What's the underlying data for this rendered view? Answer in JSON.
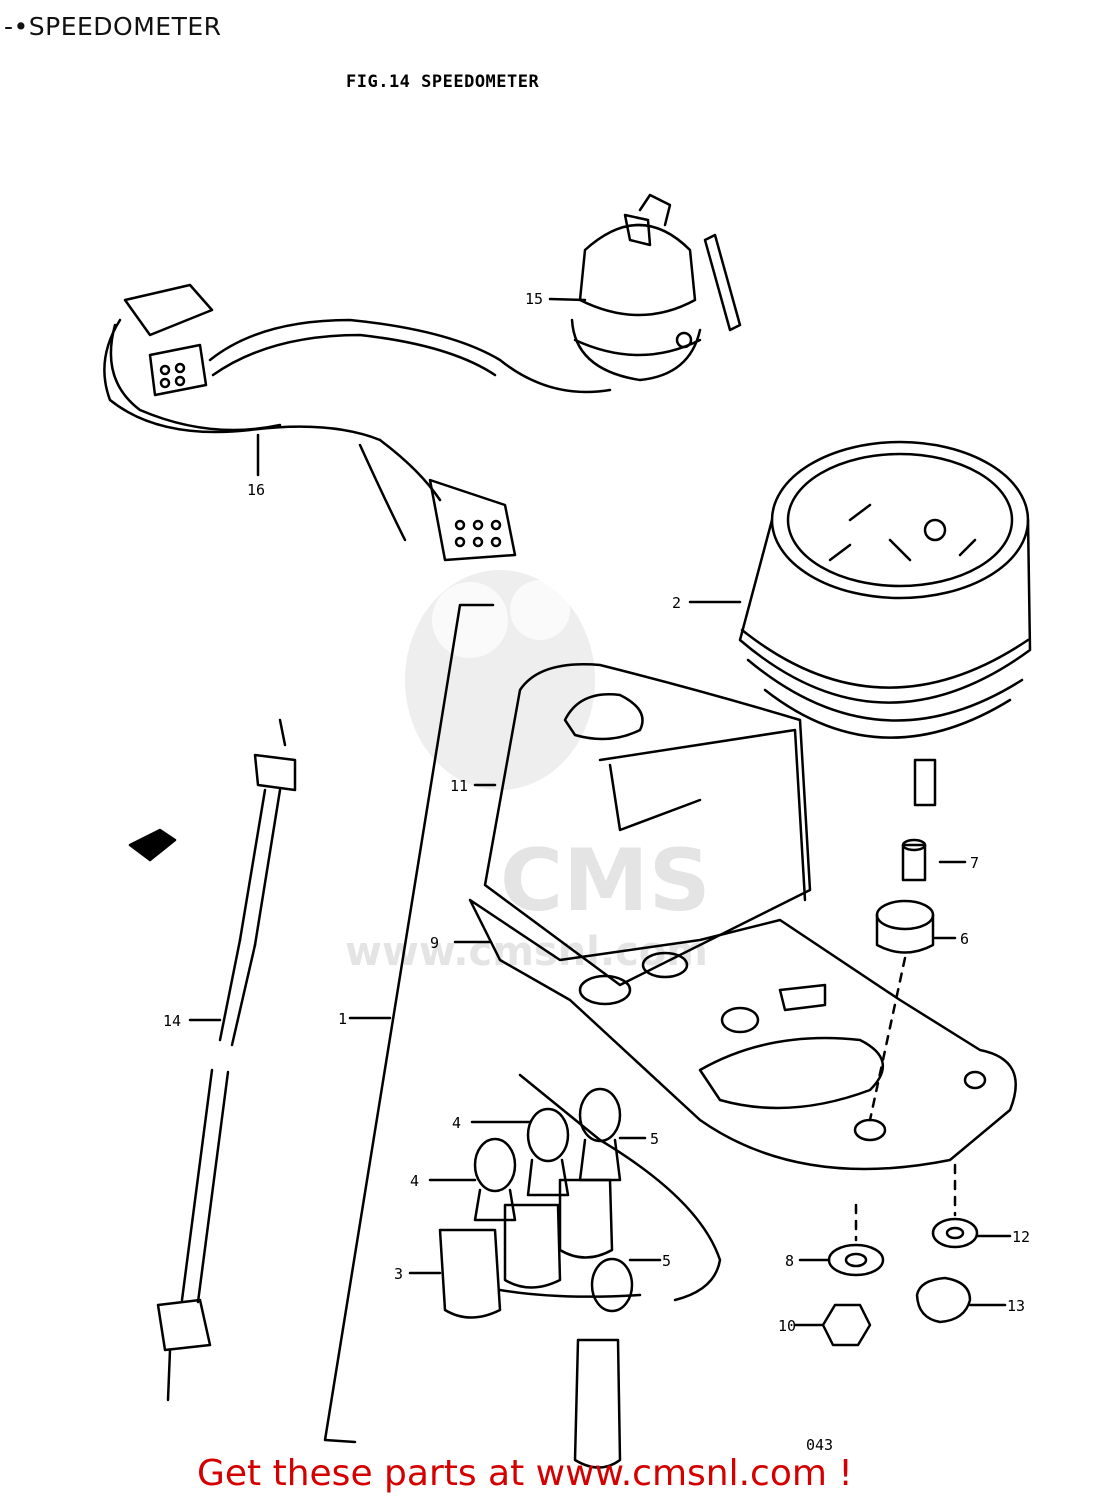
{
  "header": {
    "title": "-•SPEEDOMETER"
  },
  "figure": {
    "title": "FIG.14  SPEEDOMETER",
    "page_number": "043",
    "callouts": [
      "1",
      "2",
      "3",
      "4",
      "4",
      "5",
      "5",
      "6",
      "7",
      "8",
      "9",
      "10",
      "11",
      "12",
      "13",
      "14",
      "15",
      "16"
    ]
  },
  "watermark": {
    "logo_text": "CMS",
    "url_text": "www.cmsnl.com"
  },
  "footer": {
    "link_text": "Get these parts at www.cmsnl.com !",
    "link_color": "#d40000"
  }
}
